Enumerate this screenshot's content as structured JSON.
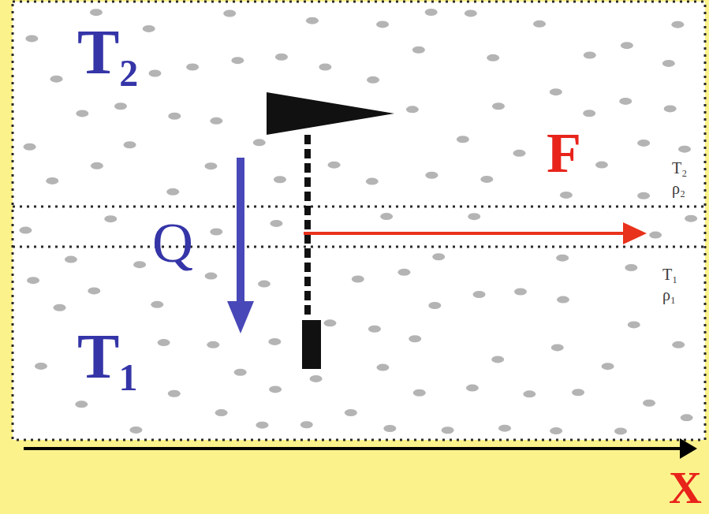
{
  "diagram": {
    "labels": [
      "T₂",
      "T₂",
      "ρ₂",
      "F",
      "Q",
      "T₁",
      "ρ₁",
      "T₁",
      "X"
    ]
  }
}
